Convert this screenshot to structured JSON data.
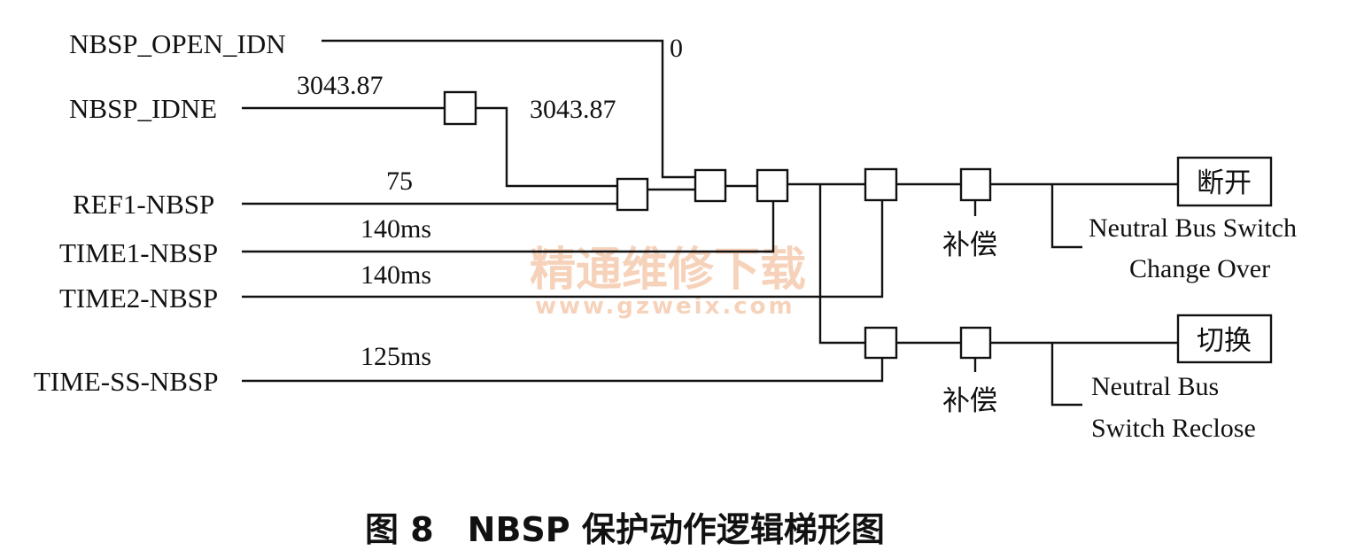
{
  "inputs": {
    "open_idn": "NBSP_OPEN_IDN",
    "idne": "NBSP_IDNE",
    "ref1": "REF1-NBSP",
    "time1": "TIME1-NBSP",
    "time2": "TIME2-NBSP",
    "time_ss": "TIME-SS-NBSP"
  },
  "values": {
    "open_idn": "0",
    "idne_in": "3043.87",
    "idne_out": "3043.87",
    "ref1": "75",
    "time1": "140ms",
    "time2": "140ms",
    "time_ss": "125ms"
  },
  "blocks": {
    "compensate_1": "补偿",
    "compensate_2": "补偿"
  },
  "outputs": {
    "open": {
      "box": "断开",
      "line1": "Neutral Bus Switch",
      "line2": "Change Over"
    },
    "switch": {
      "box": "切换",
      "line1": "Neutral Bus",
      "line2": "Switch Reclose"
    }
  },
  "watermark": {
    "cn": "精通维修下载",
    "url": "www.gzweix.com"
  },
  "caption": "图 8　NBSP 保护动作逻辑梯形图"
}
